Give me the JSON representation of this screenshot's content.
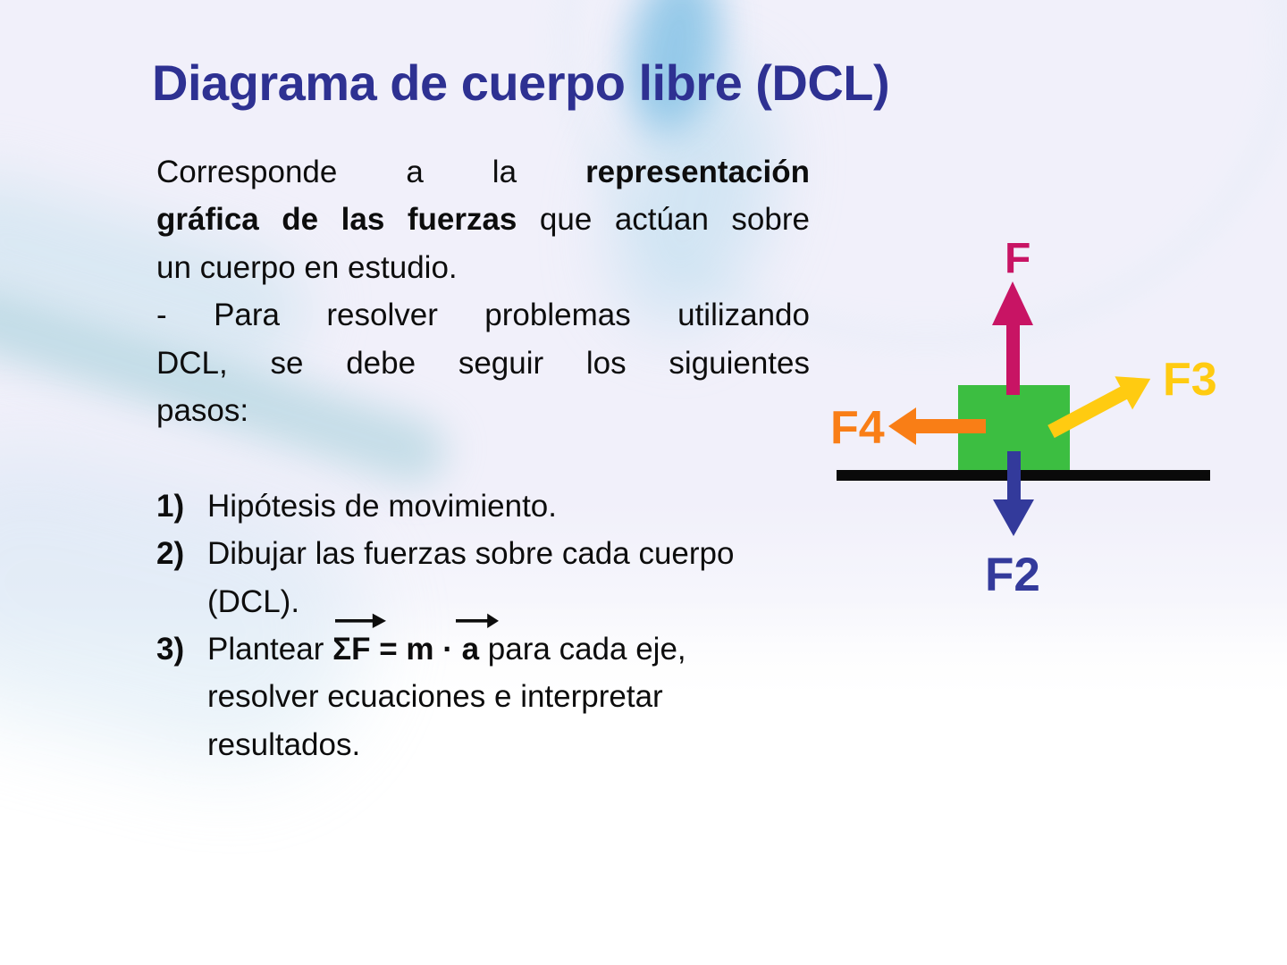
{
  "slide": {
    "title": "Diagrama de cuerpo libre (DCL)"
  },
  "intro": {
    "line1_normal": "Corresponde a la ",
    "line1_bold": "representación",
    "line2_bold": "gráfica de las fuerzas",
    "line2_normal": " que actúan sobre",
    "line3": "un cuerpo en estudio.",
    "line4": "- Para resolver problemas utilizando",
    "line5": "DCL, se debe seguir los siguientes",
    "line6": "pasos:"
  },
  "steps": [
    {
      "num": "1)",
      "line1": "Hipótesis de movimiento."
    },
    {
      "num": "2)",
      "line1": "Dibujar las fuerzas sobre cada cuerpo",
      "line2": "(DCL)."
    },
    {
      "num": "3)",
      "pre": "Plantear ",
      "sigma_f": "ΣF",
      "equals_m_dot": " = m · ",
      "a": "a",
      "post": " para cada eje,",
      "line2": "resolver ecuaciones e interpretar",
      "line3": "resultados."
    }
  ],
  "diagram": {
    "force_up_label": "F",
    "force_down_label": "F2",
    "force_diag_label": "F3",
    "force_left_label": "F4",
    "colors": {
      "force_up": "#c81464",
      "force_down": "#333a9b",
      "force_diag": "#ffcb11",
      "force_left": "#f97e16",
      "body_block": "#3cbe41",
      "ground": "#0a0a0a"
    }
  },
  "theme": {
    "title_color": "#2e3192",
    "text_color": "#0d0d0d"
  }
}
